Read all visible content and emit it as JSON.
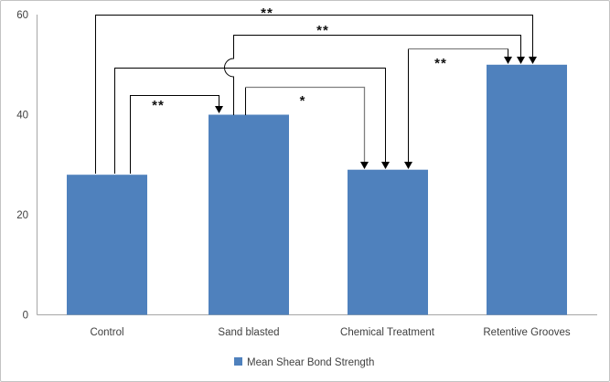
{
  "window": {
    "background": "#ffffff",
    "frame_border_color": "#c3c3c3"
  },
  "chart_data": {
    "type": "bar",
    "title": "",
    "categories": [
      "Control",
      "Sand blasted",
      "Chemical Treatment",
      "Retentive Grooves"
    ],
    "values": [
      28,
      40,
      29,
      50
    ],
    "series_name": "Mean Shear Bond Strength",
    "ylim": [
      0,
      60
    ],
    "yticks": [
      0,
      20,
      40,
      60
    ],
    "xlabel": "",
    "ylabel": "",
    "grid": false,
    "legend_position": "bottom-center",
    "bar_color": "#4f81bd",
    "axis_color": "#a6a6a6",
    "annotation_line_colors": {
      "primary": "#000000",
      "secondary": "#7f7f7f"
    },
    "annotations": [
      {
        "label": "**",
        "from": "Control",
        "to": "Retentive Grooves"
      },
      {
        "label": "**",
        "from": "Sand blasted",
        "to": "Retentive Grooves"
      },
      {
        "label": "",
        "from": "Control",
        "to": "Chemical Treatment"
      },
      {
        "label": "**",
        "from": "Control",
        "to": "Sand blasted"
      },
      {
        "label": "*",
        "from": "Sand blasted",
        "to": "Chemical Treatment"
      },
      {
        "label": "**",
        "from": "Chemical Treatment",
        "to": "Retentive Grooves"
      }
    ]
  },
  "legend": {
    "swatch_color": "#4f81bd",
    "label": "Mean Shear Bond Strength"
  }
}
